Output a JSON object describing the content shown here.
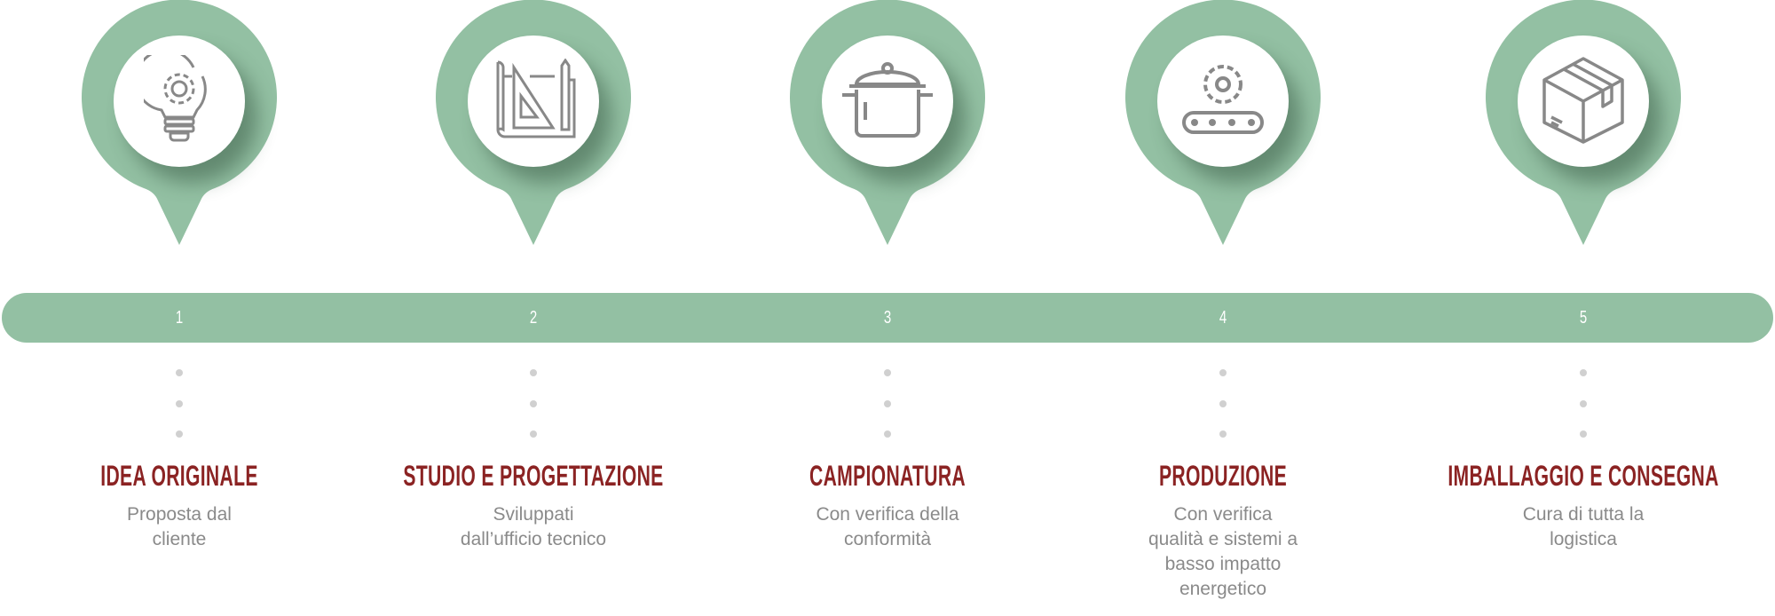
{
  "colors": {
    "accent": "#93c0a3",
    "title": "#8b2323",
    "text": "#8a8a8a",
    "icon": "#888888"
  },
  "steps": [
    {
      "number": "1",
      "icon": "lightbulb-gear-icon",
      "title": "IDEA ORIGINALE",
      "desc_lines": [
        "Proposta dal",
        "cliente"
      ]
    },
    {
      "number": "2",
      "icon": "blueprint-icon",
      "title": "STUDIO E PROGETTAZIONE",
      "desc_lines": [
        "Sviluppati",
        "dall’ufficio tecnico"
      ]
    },
    {
      "number": "3",
      "icon": "cooking-pot-icon",
      "title": "CAMPIONATURA",
      "desc_lines": [
        "Con verifica della",
        "conformità"
      ]
    },
    {
      "number": "4",
      "icon": "conveyor-gear-icon",
      "title": "PRODUZIONE",
      "desc_lines": [
        "Con verifica",
        "qualità e sistemi a",
        "basso impatto",
        "energetico"
      ]
    },
    {
      "number": "5",
      "icon": "package-box-icon",
      "title": "IMBALLAGGIO E CONSEGNA",
      "desc_lines": [
        "Cura di tutta la",
        "logistica"
      ]
    }
  ]
}
